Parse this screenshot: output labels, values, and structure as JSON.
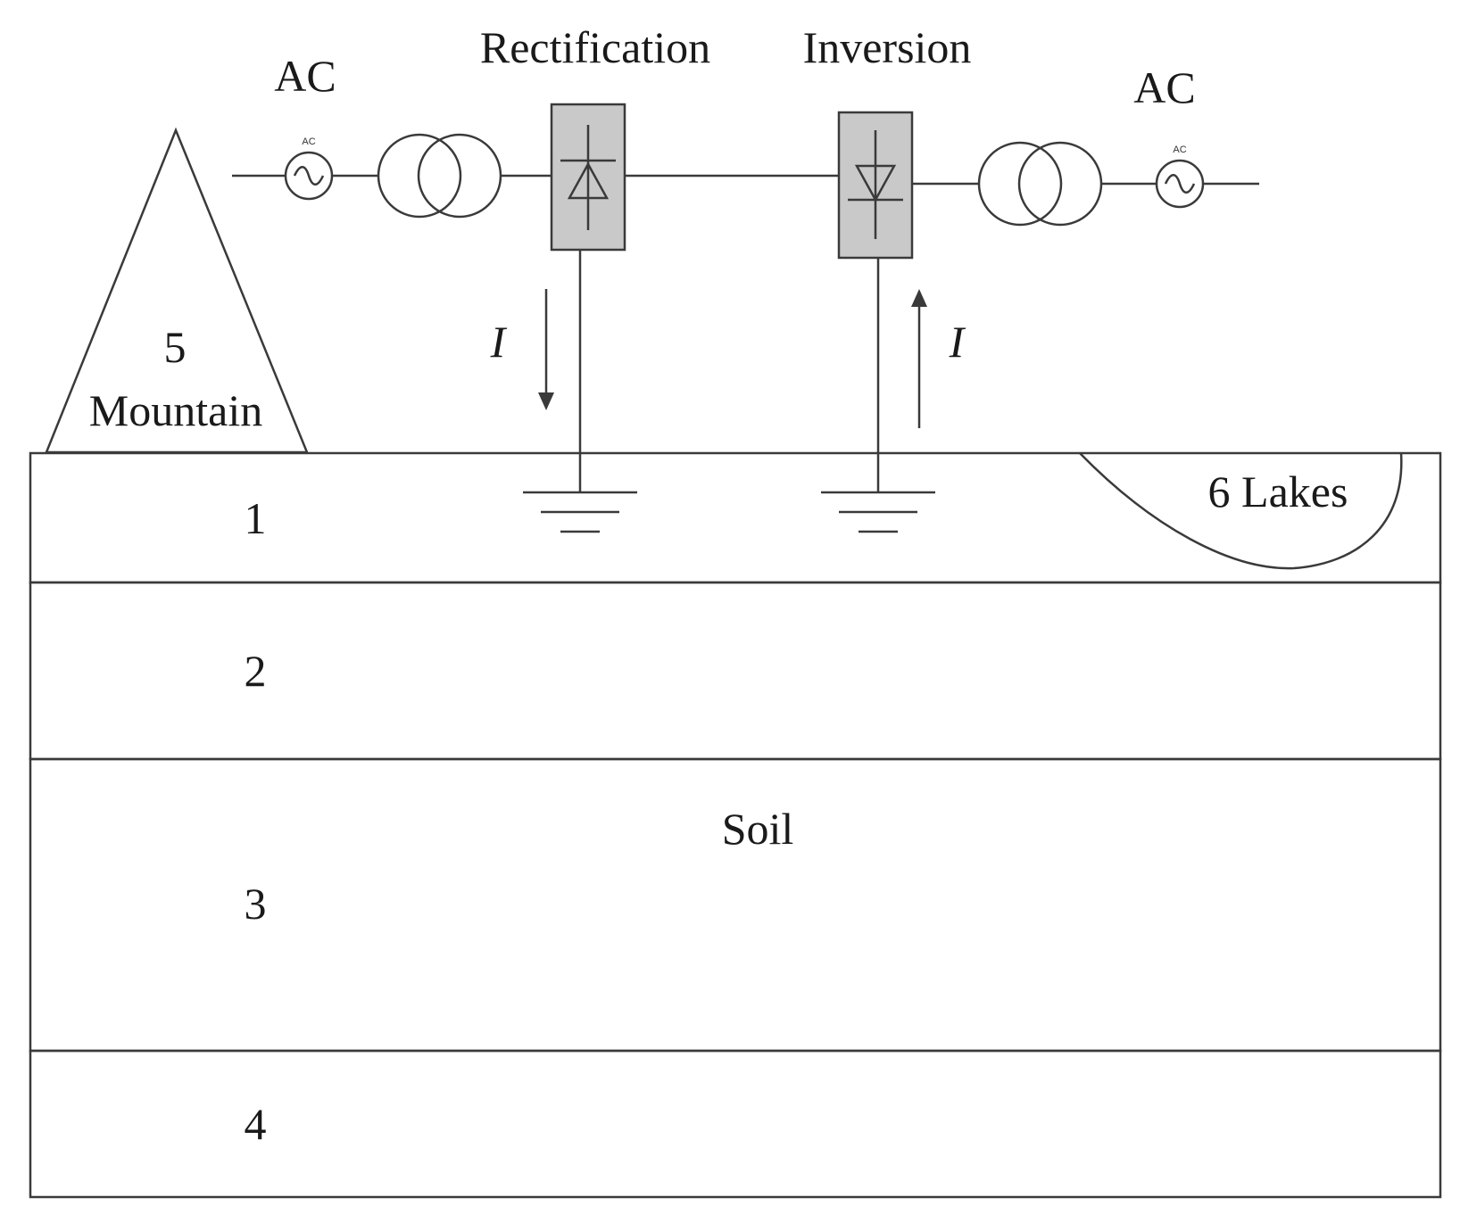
{
  "labels": {
    "ac_left": "AC",
    "ac_right": "AC",
    "rectification": "Rectification",
    "inversion": "Inversion",
    "mountain_number": "5",
    "mountain_name": "Mountain",
    "current_left": "I",
    "current_right": "I",
    "lakes": "6 Lakes",
    "soil": "Soil",
    "layer1": "1",
    "layer2": "2",
    "layer3": "3",
    "layer4": "4",
    "source_small_left": "AC",
    "source_small_right": "AC"
  },
  "icons": {
    "ac_source": "ac-source-icon",
    "transformer": "transformer-icon",
    "converter": "diode-converter-icon",
    "ground": "ground-icon",
    "arrow": "current-arrow-icon"
  },
  "colors": {
    "stroke": "#3a3a3a",
    "converter_fill": "#c9c9c9",
    "text": "#1a1a1a"
  }
}
